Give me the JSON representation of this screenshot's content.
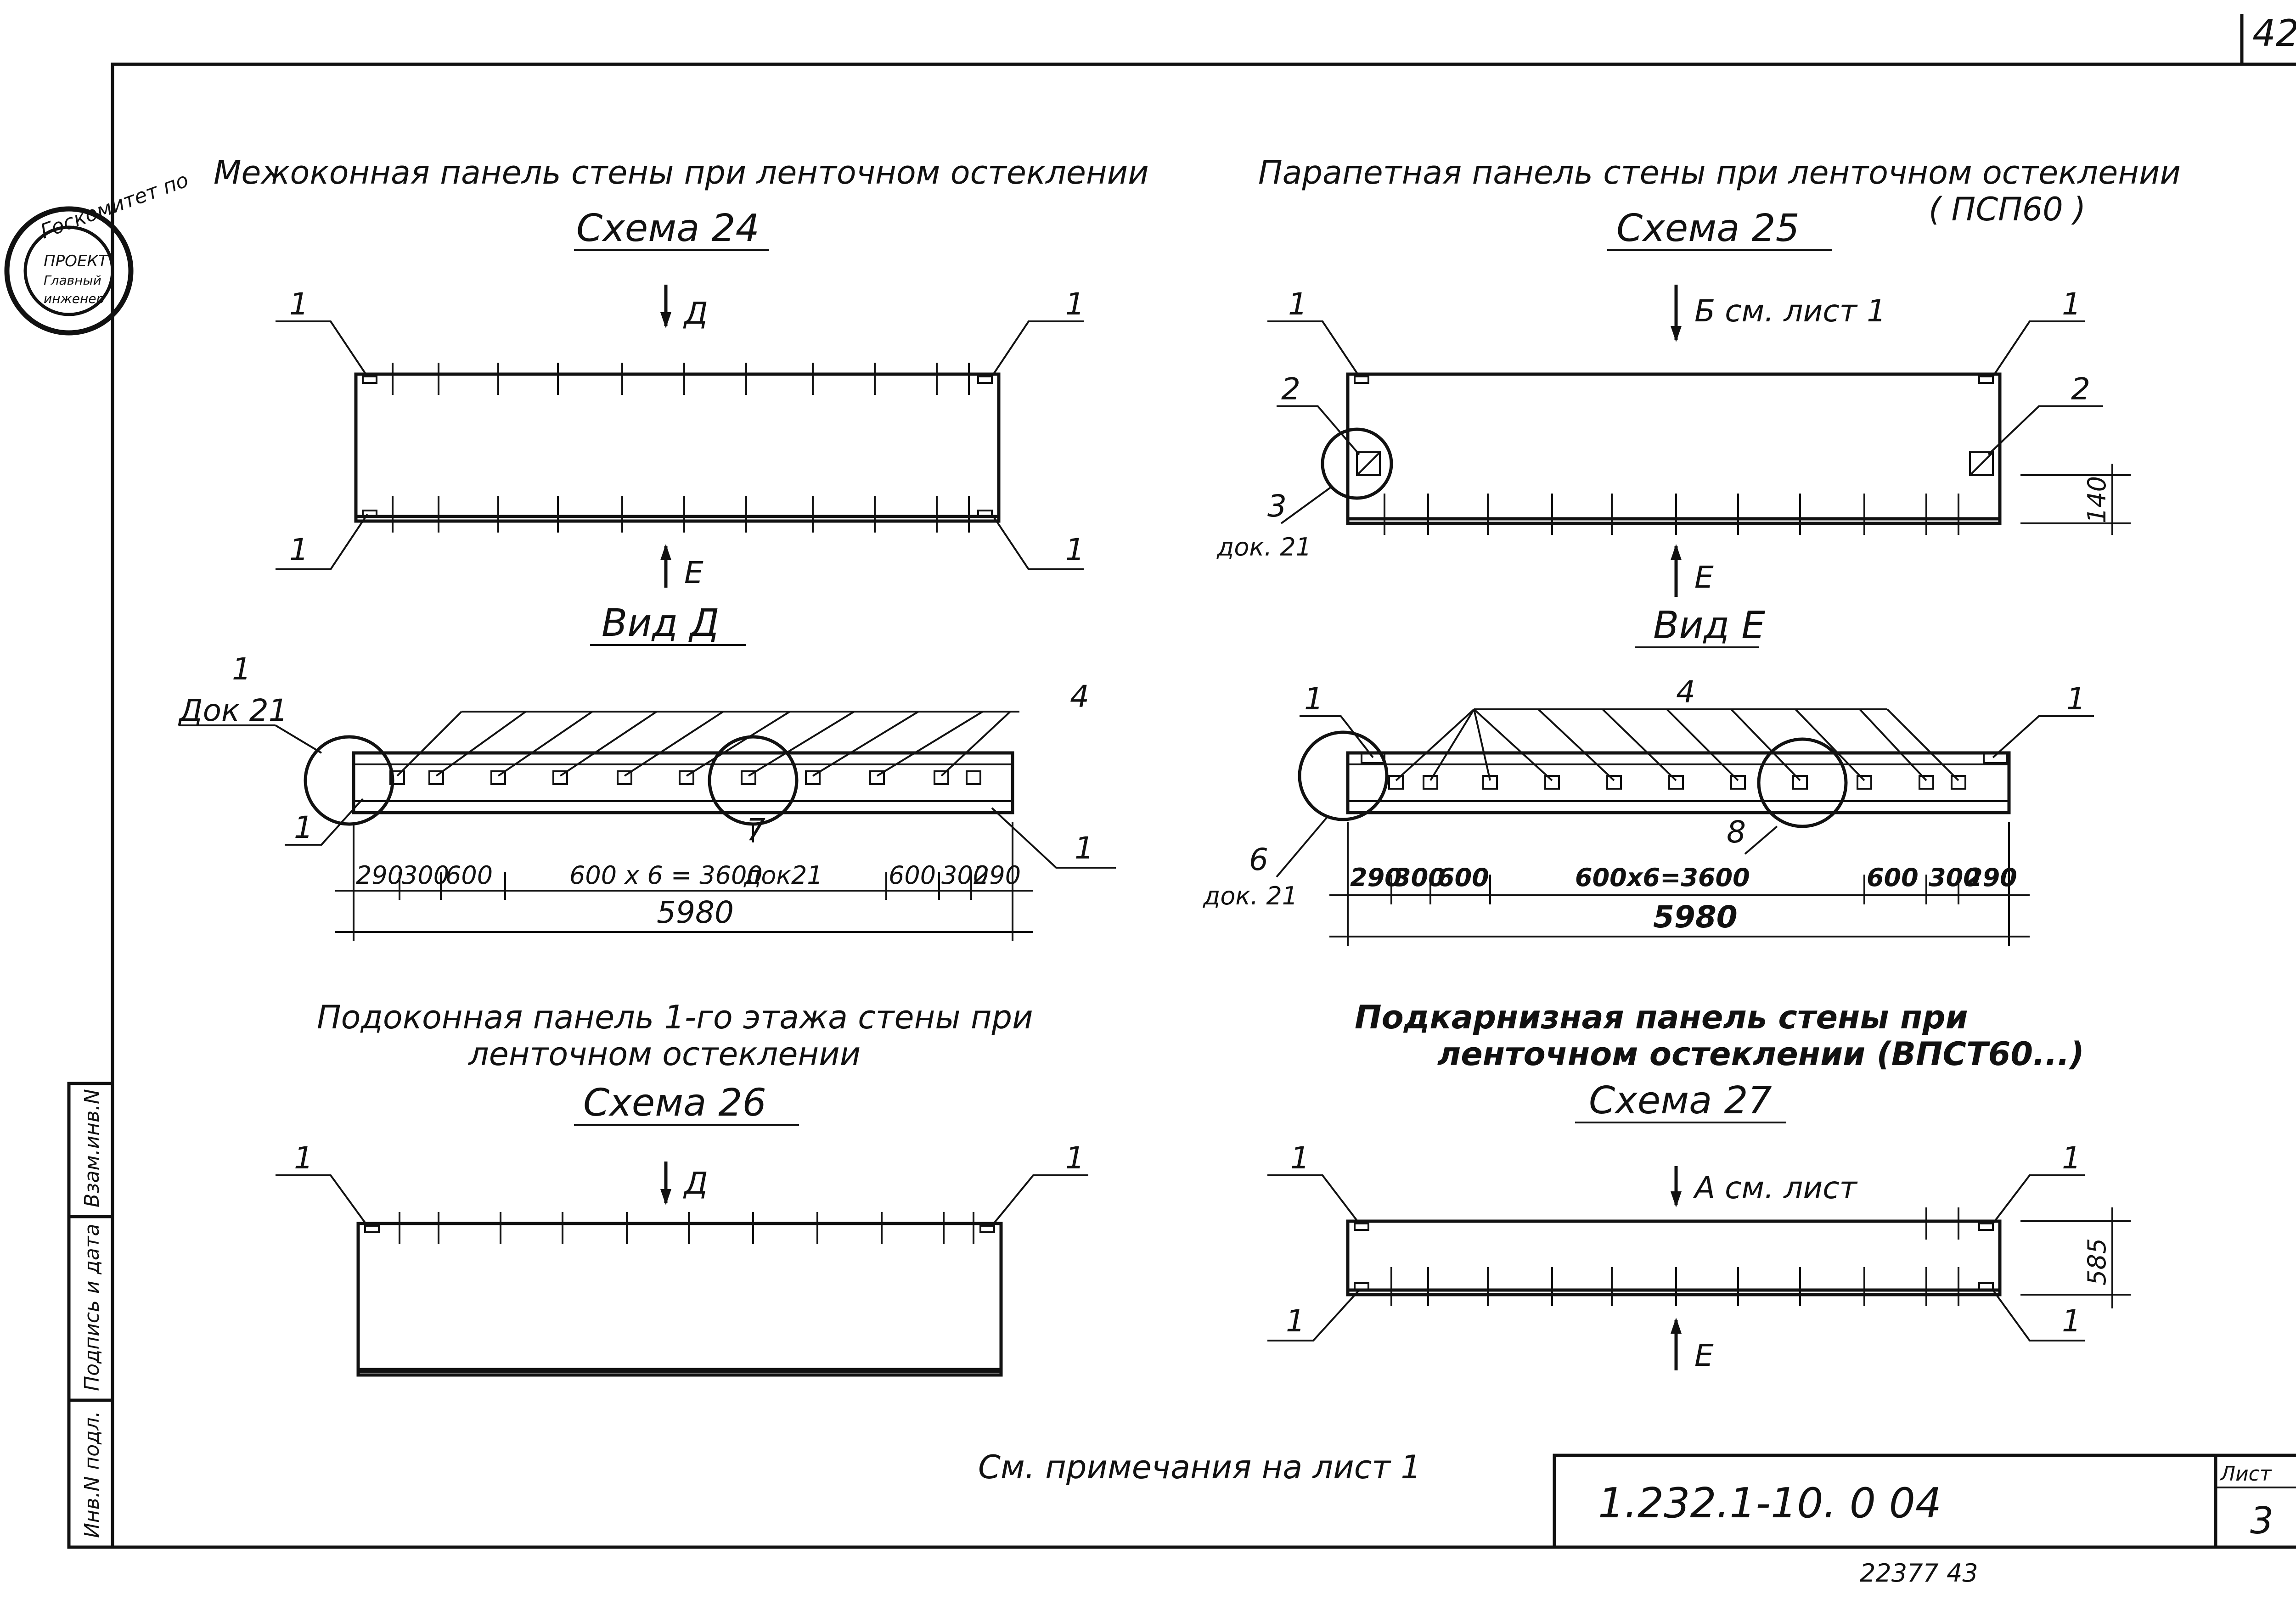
{
  "sheet": {
    "page_number": "42",
    "code": "1.232.1-10. 0 04",
    "sheet_label": "Лист",
    "sheet_no": "3",
    "order_no": "22377  43",
    "note": "См. примечания на лист 1",
    "side_stamp": [
      "Взам.инв.N",
      "Подпись и дата",
      "Инв.N подл."
    ]
  },
  "schemes": {
    "s24": {
      "title": "Межоконная панель стены при ленточном остеклении",
      "name": "Схема 24",
      "arrow_top": "Д",
      "arrow_bottom": "Е",
      "callout": "1"
    },
    "s25": {
      "title1": "Парапетная панель стены при ленточном остеклении",
      "title2": "( ПСП60 )",
      "name": "Схема 25",
      "arrow_top": "Б см. лист 1",
      "arrow_bottom": "Е",
      "callout_1": "1",
      "callout_2": "2",
      "callout_3": "3",
      "ref_3": "док. 21",
      "dim_right": "140"
    },
    "s26": {
      "title1": "Подоконная панель 1-го этажа стены при",
      "title2": "ленточном остеклении",
      "name": "Схема 26",
      "arrow_top": "Д",
      "callout": "1"
    },
    "s27": {
      "title1": "Подкарнизная панель стены при",
      "title2": "ленточном остеклении (ВПСТ60...)",
      "name": "Схема 27",
      "arrow_top": "А см. лист",
      "arrow_bottom": "Е",
      "callout": "1",
      "dim_right": "585"
    }
  },
  "views": {
    "vd": {
      "name": "Вид Д",
      "callout_1": "1",
      "ref_1": "Док 21",
      "callout_4": "4",
      "callout_7": "7",
      "dims": [
        "290",
        "300",
        "600",
        "600 x 6 = 3600",
        "док21",
        "600",
        "300",
        "290"
      ],
      "total": "5980"
    },
    "ve": {
      "name": "Вид Е",
      "callout_1": "1",
      "callout_4": "4",
      "callout_6": "6",
      "ref_6": "док. 21",
      "callout_8": "8",
      "dims": [
        "290",
        "300",
        "600",
        "600x6=3600",
        "600",
        "300",
        "290"
      ],
      "total": "5980"
    }
  },
  "stamp_text": [
    "Госкомитет по",
    "ПРОЕКТ",
    "Главный",
    "инженер"
  ]
}
